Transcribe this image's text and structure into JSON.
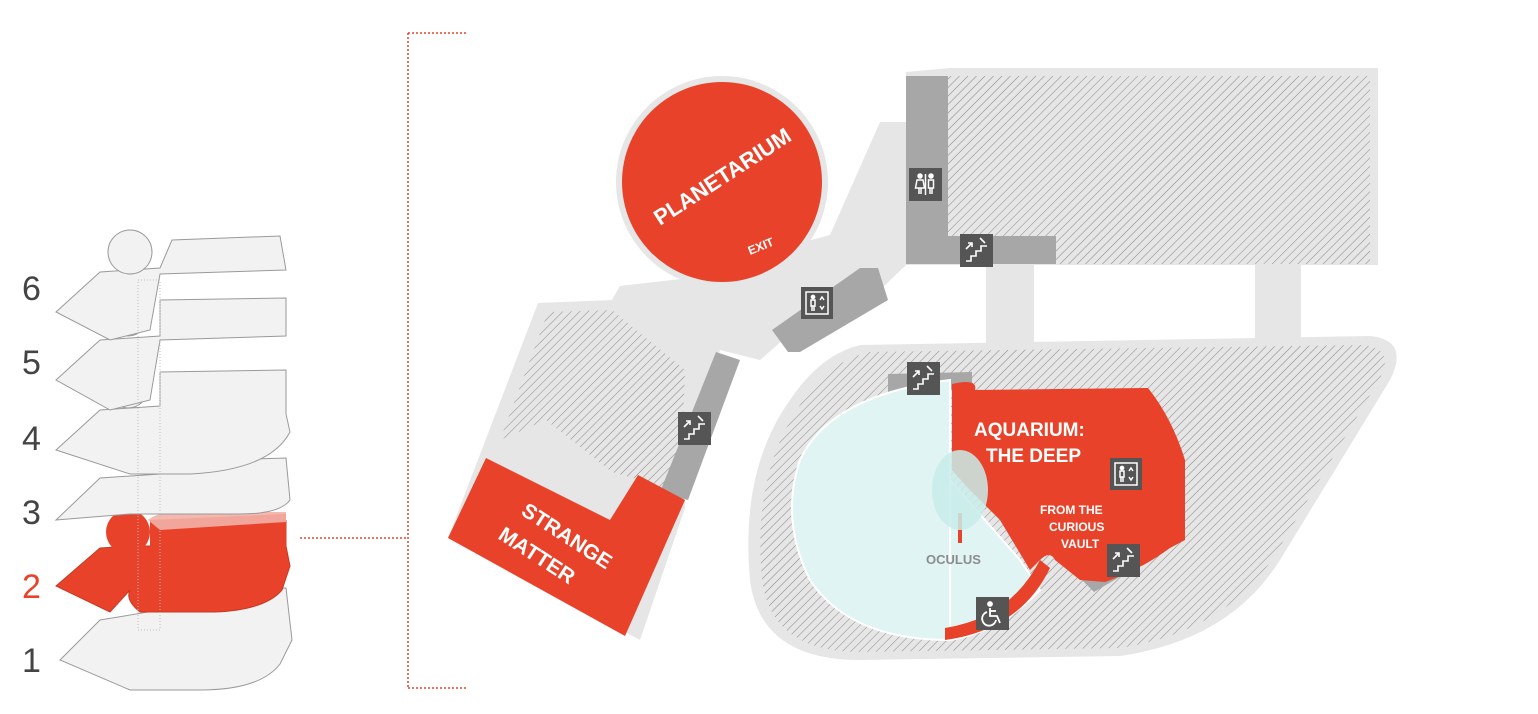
{
  "floor_selector": {
    "floors": [
      {
        "label": "6",
        "active": false
      },
      {
        "label": "5",
        "active": false
      },
      {
        "label": "4",
        "active": false
      },
      {
        "label": "3",
        "active": false
      },
      {
        "label": "2",
        "active": true
      },
      {
        "label": "1",
        "active": false
      }
    ]
  },
  "map": {
    "planetarium": "PLANETARIUM",
    "exit": "EXIT",
    "strange_matter_line1": "STRANGE",
    "strange_matter_line2": "MATTER",
    "aquarium_line1": "AQUARIUM:",
    "aquarium_line2": "THE DEEP",
    "vault_line1": "FROM THE",
    "vault_line2": "CURIOUS",
    "vault_line3": "VAULT",
    "oculus": "OCULUS"
  },
  "icons": [
    "restroom-icon",
    "elevator-icon",
    "stairs-icon",
    "accessible-icon"
  ],
  "colors": {
    "accent": "#e8432a",
    "floor_fill": "#e6e6e6",
    "service": "#a7a7a7",
    "hatch_lines": "#7a7a7a",
    "oculus_pool": "#dff4f3",
    "icon_bg": "#555555",
    "text_dark": "#444444"
  }
}
